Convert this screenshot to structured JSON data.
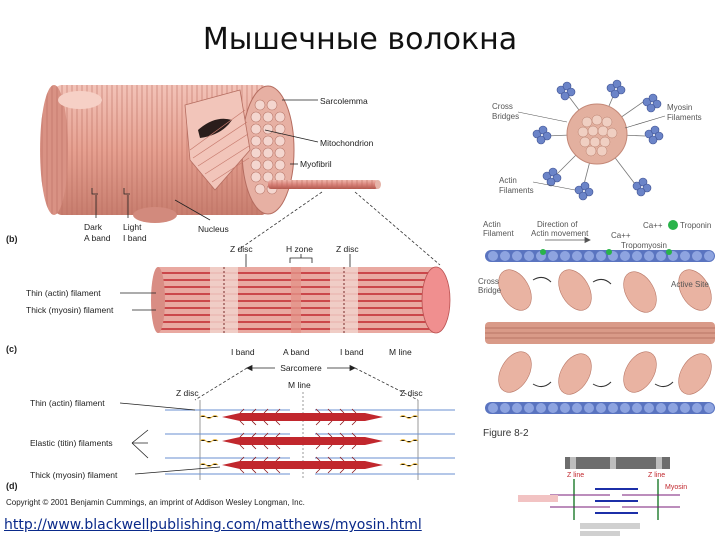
{
  "title": "Мышечные волокна",
  "panel_b": {
    "sarcolemma": "Sarcolemma",
    "mitochondrion": "Mitochondrion",
    "myofibril": "Myofibril",
    "dark_band": "Dark",
    "dark_band2": "A band",
    "light_band": "Light",
    "light_band2": "I band",
    "nucleus": "Nucleus",
    "letter": "(b)"
  },
  "panel_c": {
    "z_disc_left": "Z disc",
    "h_zone": "H zone",
    "z_disc_right": "Z disc",
    "thin": "Thin (actin) filament",
    "thick": "Thick (myosin) filament",
    "letter": "(c)",
    "i_band_left": "I band",
    "a_band": "A band",
    "i_band_right": "I band",
    "m_line": "M line",
    "sarcomere": "Sarcomere"
  },
  "panel_d": {
    "m_line": "M line",
    "z_disc_left": "Z disc",
    "z_disc_right": "Z disc",
    "thin": "Thin (actin) filament",
    "elastic": "Elastic (titin) filaments",
    "thick": "Thick (myosin) filament",
    "letter": "(d)"
  },
  "copyright": "Copyright © 2001 Benjamin Cummings, an imprint of Addison Wesley Longman, Inc.",
  "cross_section": {
    "cross_bridges_1": "Cross",
    "cross_bridges_2": "Bridges",
    "myosin_1": "Myosin",
    "myosin_2": "Filaments",
    "actin_1": "Actin",
    "actin_2": "Filaments"
  },
  "sliding": {
    "actin_filament_1": "Actin",
    "actin_filament_2": "Filament",
    "direction_1": "Direction of",
    "direction_2": "Actin movement",
    "ca": "Ca++",
    "troponin": "Troponin",
    "tropomyosin": "Tropomyosin",
    "cross_bridge_1": "Cross",
    "cross_bridge_2": "Bridge",
    "active_site": "Active Site",
    "figure": "Figure 8-2"
  },
  "micro": {
    "z_line_left": "Z line",
    "z_line_right": "Z line",
    "myosin": "Myosin"
  },
  "link": "http://www.blackwellpublishing.com/matthews/myosin.html",
  "colors": {
    "muscle": "#e9a59a",
    "muscle_dark": "#c96f62",
    "actin": "#4f6fb8",
    "myosin_red": "#c1272d",
    "troponin": "#29b34a"
  }
}
